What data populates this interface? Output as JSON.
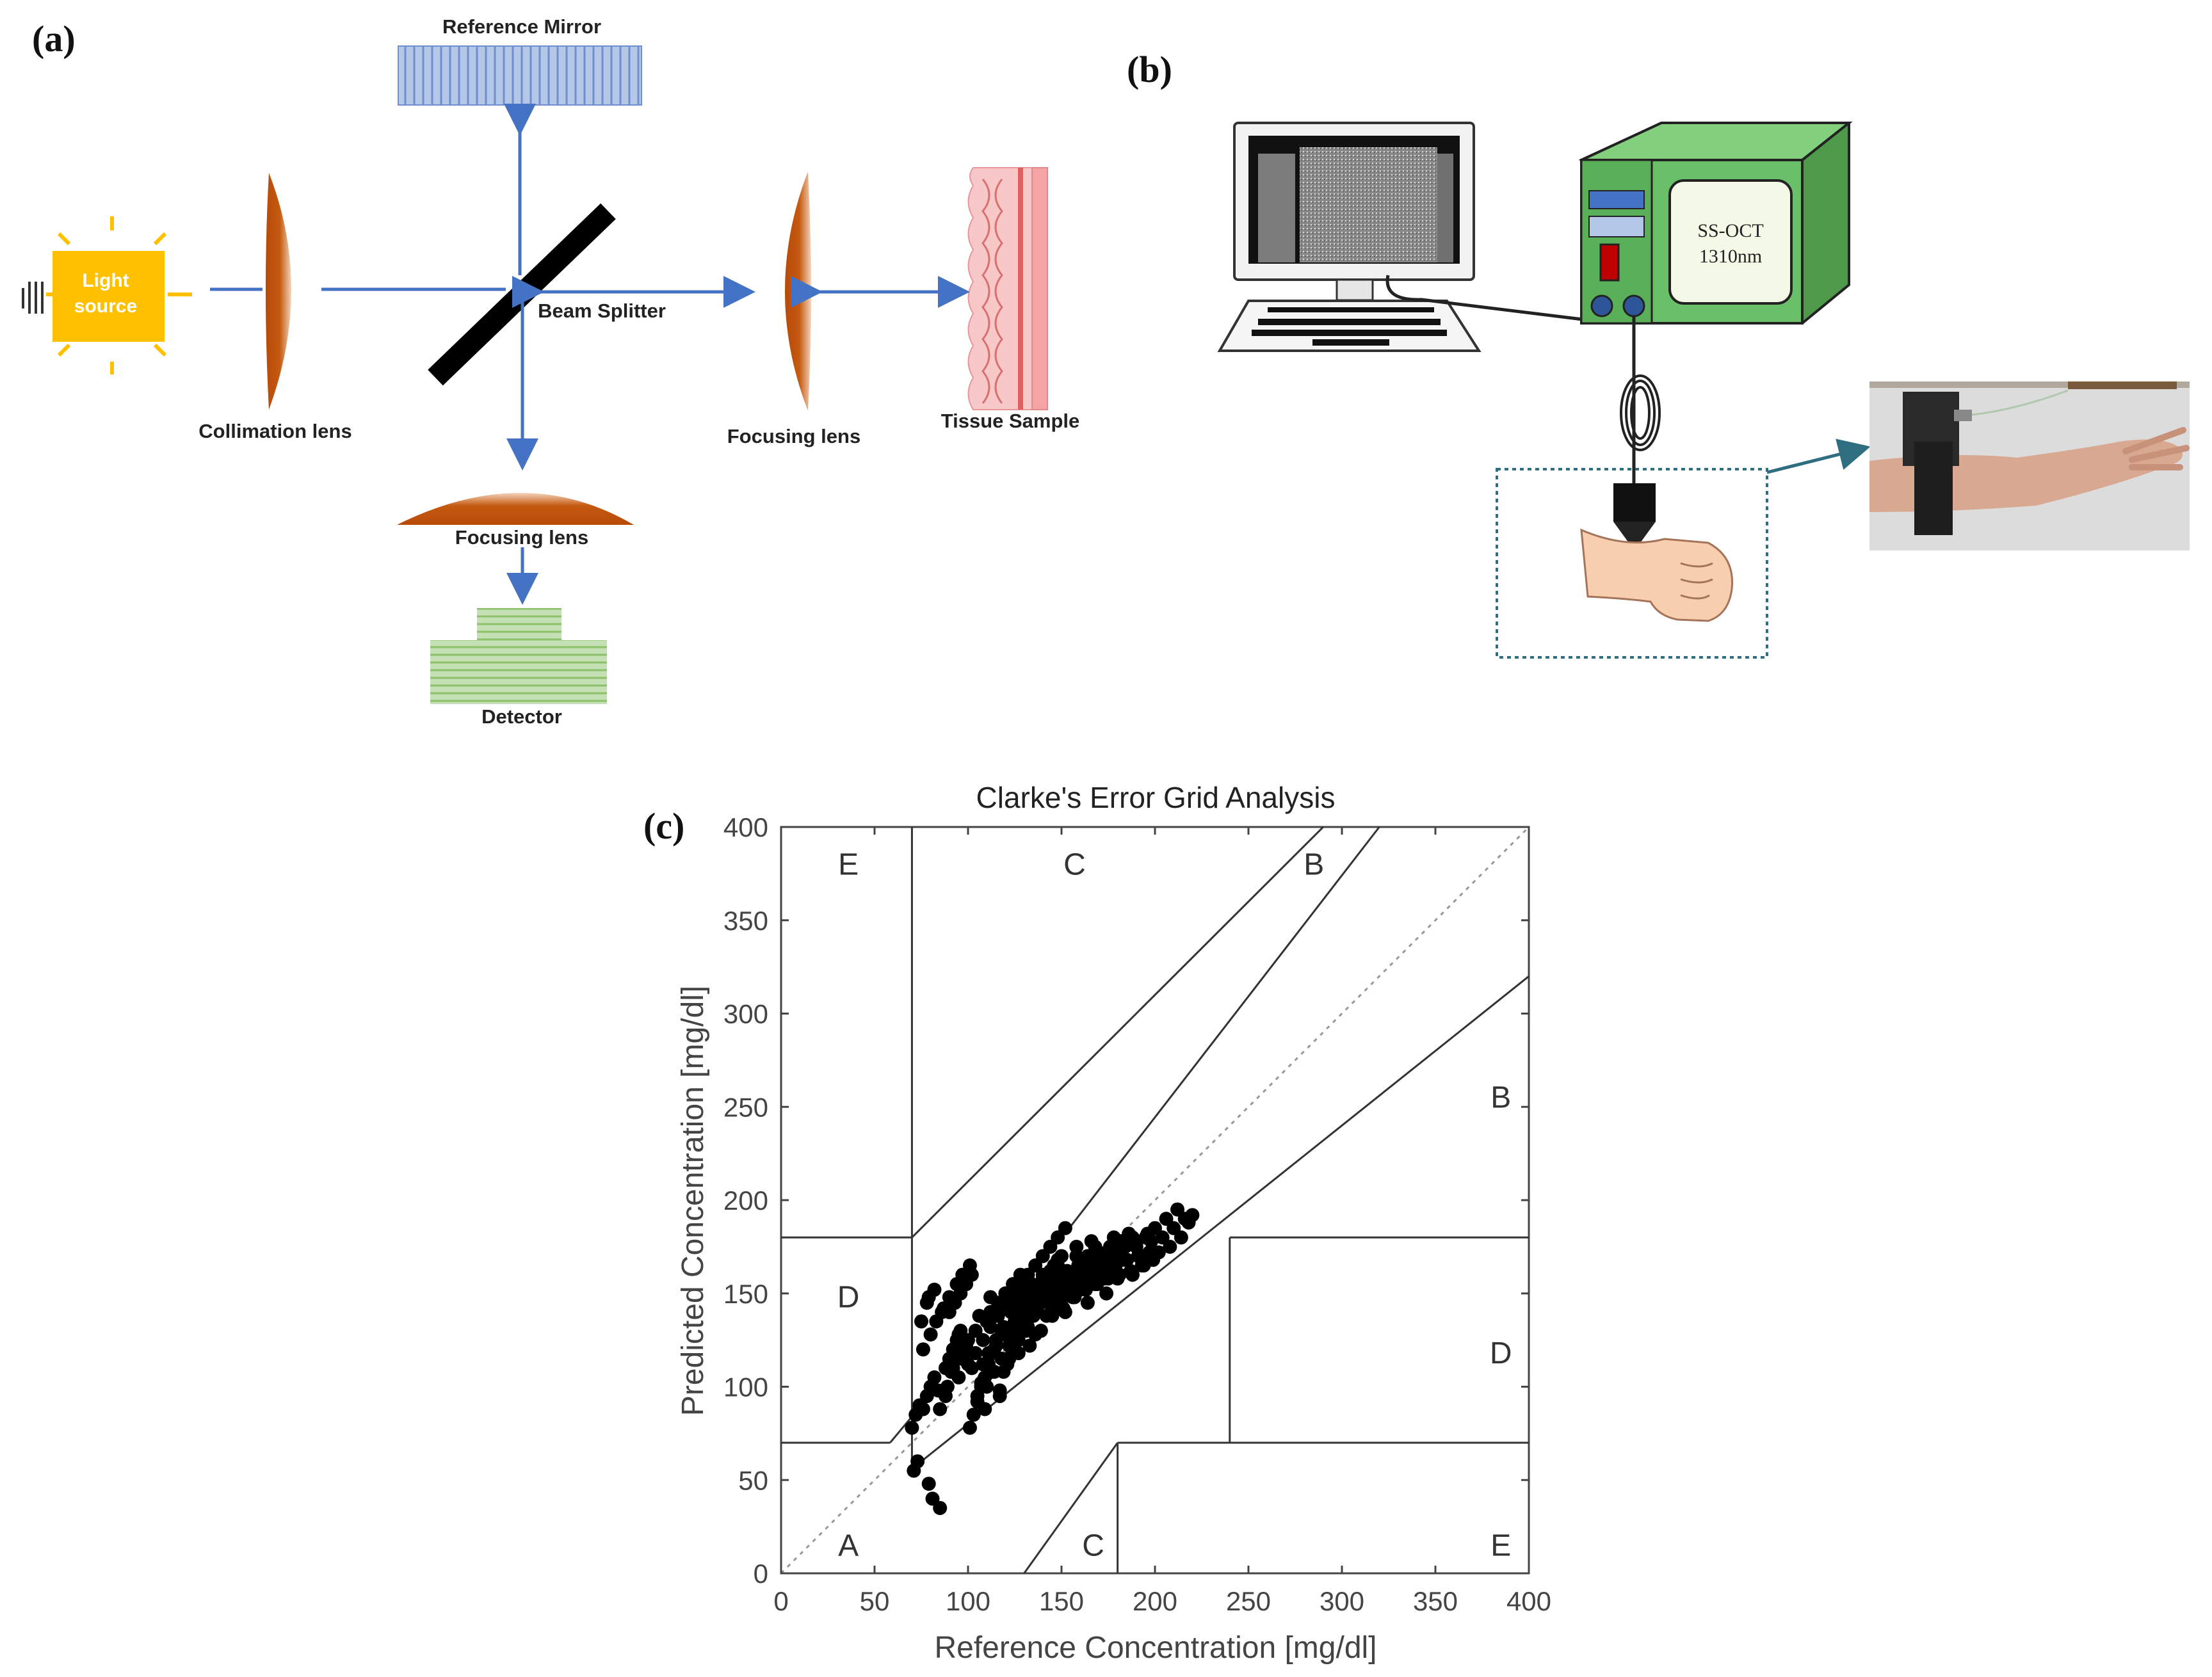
{
  "panels": {
    "a": {
      "label": "(a)",
      "components": {
        "light_source": "Light\nsource",
        "collimation_lens": "Collimation lens",
        "reference_mirror": "Reference Mirror",
        "beam_splitter": "Beam Splitter",
        "focusing_lens_sample": "Focusing lens",
        "tissue_sample": "Tissue Sample",
        "focusing_lens_detector": "Focusing lens",
        "detector": "Detector"
      }
    },
    "b": {
      "label": "(b)",
      "device_label": "SS-OCT\n1310nm"
    },
    "c": {
      "label": "(c)"
    }
  },
  "colors": {
    "arrow": "#4472c4",
    "lens": "#c55a11",
    "light_source": "#ffc000",
    "mirror": "#8faadc",
    "detector": "#a9d18e",
    "tissue": "#f4b6b6",
    "device": "#6abf69",
    "scatter": "#000000"
  },
  "chart_data": {
    "type": "scatter",
    "title": "Clarke's Error Grid Analysis",
    "xlabel": "Reference Concentration [mg/dl]",
    "ylabel": "Predicted Concentration [mg/dl]",
    "xlim": [
      0,
      400
    ],
    "ylim": [
      0,
      400
    ],
    "xticks": [
      0,
      50,
      100,
      150,
      200,
      250,
      300,
      350,
      400
    ],
    "yticks": [
      0,
      50,
      100,
      150,
      200,
      250,
      300,
      350,
      400
    ],
    "grid": false,
    "zone_labels": [
      {
        "text": "E",
        "x": 36,
        "y": 380
      },
      {
        "text": "C",
        "x": 157,
        "y": 380
      },
      {
        "text": "B",
        "x": 285,
        "y": 380
      },
      {
        "text": "B",
        "x": 385,
        "y": 255
      },
      {
        "text": "D",
        "x": 36,
        "y": 148
      },
      {
        "text": "D",
        "x": 385,
        "y": 118
      },
      {
        "text": "A",
        "x": 36,
        "y": 15
      },
      {
        "text": "C",
        "x": 167,
        "y": 15
      },
      {
        "text": "E",
        "x": 385,
        "y": 15
      }
    ],
    "boundaries": [
      {
        "x": [
          70,
          70
        ],
        "y": [
          180,
          400
        ]
      },
      {
        "x": [
          0,
          70
        ],
        "y": [
          180,
          180
        ]
      },
      {
        "x": [
          70,
          290
        ],
        "y": [
          180,
          400
        ]
      },
      {
        "x": [
          0,
          58.33
        ],
        "y": [
          70,
          70
        ]
      },
      {
        "x": [
          58.33,
          70
        ],
        "y": [
          70,
          84
        ]
      },
      {
        "x": [
          70,
          70
        ],
        "y": [
          56,
          180
        ]
      },
      {
        "x": [
          70,
          400
        ],
        "y": [
          56,
          320
        ]
      },
      {
        "x": [
          130,
          180
        ],
        "y": [
          0,
          70
        ]
      },
      {
        "x": [
          180,
          400
        ],
        "y": [
          70,
          70
        ]
      },
      {
        "x": [
          180,
          180
        ],
        "y": [
          0,
          70
        ]
      },
      {
        "x": [
          240,
          400
        ],
        "y": [
          180,
          180
        ]
      },
      {
        "x": [
          240,
          240
        ],
        "y": [
          70,
          180
        ]
      },
      {
        "x": [
          154.17,
          320
        ],
        "y": [
          185,
          400
        ]
      }
    ],
    "identity_line": {
      "x": [
        0,
        400
      ],
      "y": [
        0,
        400
      ]
    },
    "series": [
      {
        "x": [
          72,
          74,
          78,
          80,
          82,
          70,
          76,
          84,
          88,
          90,
          86,
          92,
          94,
          96,
          98,
          75,
          78,
          73,
          71,
          79,
          81,
          85,
          89,
          91,
          95,
          97,
          99,
          100,
          102,
          104,
          106,
          108,
          110,
          112,
          114,
          116,
          118,
          120,
          122,
          124,
          126,
          128,
          130,
          132,
          134,
          136,
          138,
          140,
          142,
          144,
          146,
          148,
          150,
          152,
          154,
          156,
          158,
          160,
          162,
          164,
          166,
          168,
          170,
          172,
          174,
          176,
          178,
          180,
          182,
          184,
          186,
          188,
          190,
          192,
          194,
          196,
          198,
          200,
          202,
          204,
          206,
          208,
          210,
          212,
          214,
          216,
          218,
          220,
          105,
          107,
          109,
          111,
          113,
          115,
          117,
          119,
          121,
          123,
          125,
          127,
          129,
          131,
          133,
          135,
          137,
          139,
          141,
          143,
          145,
          147,
          149,
          151,
          153,
          155,
          157,
          159,
          161,
          163,
          165,
          167,
          169,
          171,
          173,
          175,
          177,
          179,
          181,
          183,
          185,
          187,
          189,
          191,
          193,
          195,
          197,
          199,
          101,
          103,
          105,
          107,
          109,
          111,
          113,
          115,
          117,
          119,
          121,
          123,
          125,
          127,
          129,
          131,
          133,
          135,
          137,
          139,
          141,
          143,
          145,
          147,
          149,
          151,
          153,
          155,
          157,
          159,
          161,
          163,
          165,
          167,
          169,
          171,
          173,
          175,
          177,
          179,
          85,
          88,
          92,
          95,
          98,
          90,
          93,
          96,
          99,
          102,
          110,
          114,
          118,
          122,
          126,
          130,
          134,
          138,
          142,
          146,
          150,
          154,
          158,
          162,
          166,
          170,
          174,
          178,
          182,
          186,
          112,
          116,
          120,
          124,
          128,
          132,
          136,
          140,
          144,
          148,
          152,
          156,
          160,
          164,
          168,
          172,
          176,
          180,
          184,
          188,
          95,
          100,
          104,
          108,
          112,
          116,
          120,
          124,
          128,
          132,
          136,
          140,
          144,
          148,
          152,
          156,
          160,
          164,
          168,
          172,
          76,
          80,
          83,
          87,
          90,
          94,
          97,
          101,
          79,
          82
        ],
        "y": [
          85,
          90,
          95,
          100,
          105,
          78,
          88,
          98,
          110,
          115,
          140,
          120,
          125,
          130,
          118,
          135,
          145,
          60,
          55,
          48,
          40,
          35,
          100,
          108,
          128,
          115,
          122,
          125,
          110,
          130,
          138,
          112,
          135,
          148,
          120,
          142,
          128,
          150,
          115,
          145,
          135,
          152,
          140,
          132,
          155,
          128,
          148,
          160,
          138,
          152,
          145,
          165,
          150,
          140,
          158,
          148,
          170,
          152,
          162,
          145,
          168,
          155,
          172,
          160,
          150,
          175,
          165,
          158,
          178,
          168,
          180,
          160,
          175,
          170,
          165,
          182,
          178,
          185,
          172,
          180,
          190,
          175,
          185,
          195,
          180,
          190,
          188,
          192,
          95,
          102,
          88,
          118,
          108,
          125,
          98,
          132,
          112,
          140,
          128,
          118,
          145,
          135,
          122,
          150,
          140,
          130,
          155,
          148,
          138,
          158,
          150,
          142,
          162,
          155,
          148,
          165,
          158,
          152,
          168,
          160,
          155,
          170,
          162,
          158,
          172,
          165,
          160,
          175,
          168,
          162,
          178,
          170,
          165,
          180,
          172,
          168,
          78,
          85,
          92,
          100,
          105,
          112,
          118,
          122,
          95,
          108,
          115,
          128,
          135,
          125,
          142,
          130,
          148,
          138,
          152,
          145,
          158,
          150,
          142,
          160,
          155,
          148,
          162,
          158,
          152,
          165,
          160,
          155,
          168,
          162,
          170,
          165,
          158,
          172,
          168,
          162,
          88,
          95,
          110,
          118,
          125,
          140,
          145,
          150,
          155,
          160,
          100,
          108,
          115,
          122,
          130,
          138,
          145,
          152,
          160,
          165,
          170,
          158,
          175,
          168,
          178,
          172,
          165,
          180,
          175,
          182,
          140,
          145,
          150,
          155,
          160,
          148,
          152,
          158,
          162,
          168,
          155,
          160,
          165,
          170,
          175,
          160,
          165,
          170,
          175,
          180,
          105,
          112,
          118,
          125,
          132,
          138,
          145,
          150,
          155,
          160,
          165,
          170,
          175,
          180,
          185,
          150,
          155,
          160,
          165,
          170,
          120,
          128,
          135,
          142,
          148,
          155,
          160,
          165,
          148,
          152
        ]
      }
    ]
  }
}
